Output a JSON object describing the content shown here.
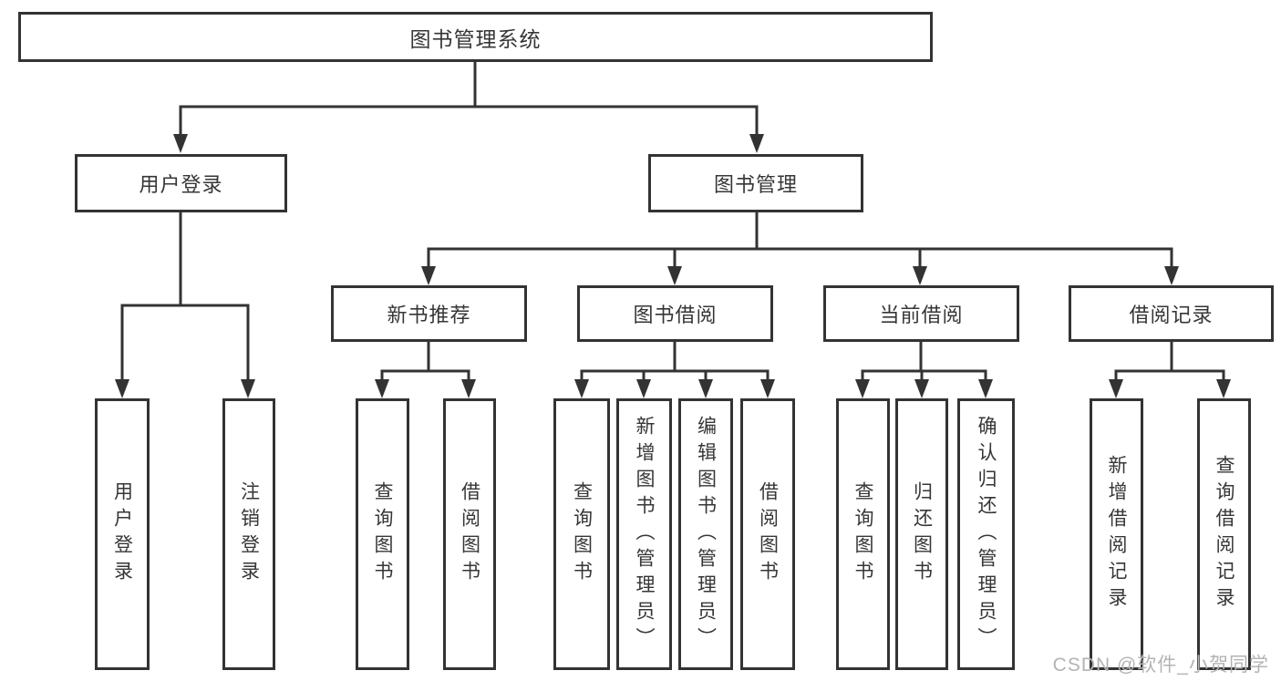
{
  "watermark": "CSDN @软件_小贺同学",
  "colors": {
    "line": "#333333",
    "box_border": "#333333",
    "box_fill": "#ffffff",
    "text": "#363636",
    "watermark": "#b3b3b3"
  },
  "tree": {
    "root": {
      "label": "图书管理系统"
    },
    "branches": [
      {
        "label": "用户登录",
        "children": [
          {
            "label": "用户登录"
          },
          {
            "label": "注销登录"
          }
        ]
      },
      {
        "label": "图书管理",
        "children": [
          {
            "label": "新书推荐",
            "children": [
              {
                "label": "查询图书"
              },
              {
                "label": "借阅图书"
              }
            ]
          },
          {
            "label": "图书借阅",
            "children": [
              {
                "label": "查询图书"
              },
              {
                "label": "新增图书（管理员）"
              },
              {
                "label": "编辑图书（管理员）"
              },
              {
                "label": "借阅图书"
              }
            ]
          },
          {
            "label": "当前借阅",
            "children": [
              {
                "label": "查询图书"
              },
              {
                "label": "归还图书"
              },
              {
                "label": "确认归还（管理员）"
              }
            ]
          },
          {
            "label": "借阅记录",
            "children": [
              {
                "label": "新增借阅记录"
              },
              {
                "label": "查询借阅记录"
              }
            ]
          }
        ]
      }
    ]
  }
}
